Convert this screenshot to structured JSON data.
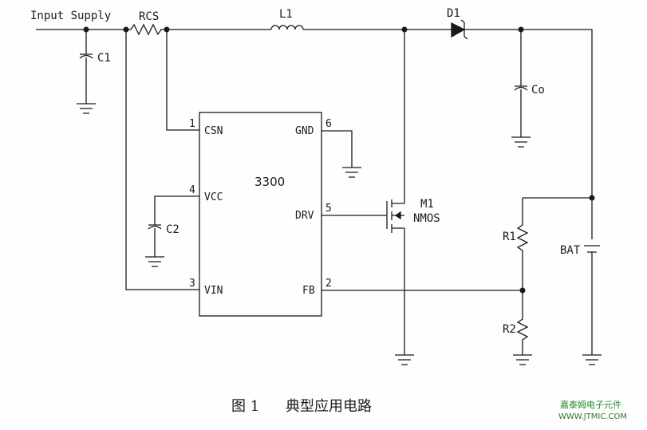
{
  "diagram": {
    "input_label": "Input Supply",
    "rcs_label": "RCS",
    "l1_label": "L1",
    "d1_label": "D1",
    "c1_label": "C1",
    "co_label": "Co",
    "c2_label": "C2",
    "r1_label": "R1",
    "r2_label": "R2",
    "bat_label": "BAT",
    "m1_label": "M1",
    "nmos_label": "NMOS",
    "chip_name": "3300",
    "pins": {
      "csn": {
        "name": "CSN",
        "num": "1"
      },
      "vcc": {
        "name": "VCC",
        "num": "4"
      },
      "vin": {
        "name": "VIN",
        "num": "3"
      },
      "gnd": {
        "name": "GND",
        "num": "6"
      },
      "drv": {
        "name": "DRV",
        "num": "5"
      },
      "fb": {
        "name": "FB",
        "num": "2"
      }
    }
  },
  "caption": {
    "figure_no": "图 1",
    "title": "典型应用电路"
  },
  "watermark": {
    "line1": "嘉泰姆电子元件",
    "line2": "WWW.JTMIC.COM"
  },
  "colors": {
    "wire": "#1a1a1a",
    "background": "#fefefe",
    "watermark": "#2a8a2a"
  }
}
